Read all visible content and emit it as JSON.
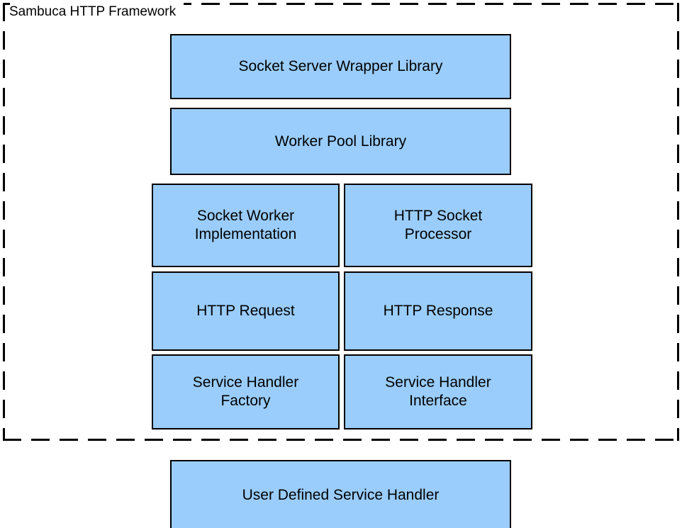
{
  "diagram": {
    "title": "Sambuca HTTP Framework",
    "boundary_label": "Sambuca HTTP Framework",
    "colors": {
      "box_fill": "#9ACDFC",
      "box_border": "#000000",
      "background": "#ffffff",
      "text": "#000000"
    },
    "boundary": {
      "style": "dashed",
      "label": "Sambuca HTTP Framework"
    },
    "layers": [
      {
        "name": "socket-server-wrapper-layer",
        "layout": "full-width",
        "inside_framework": true,
        "boxes": [
          {
            "id": "socket-server-wrapper-library",
            "label": "Socket Server Wrapper Library"
          }
        ]
      },
      {
        "name": "worker-pool-layer",
        "layout": "full-width",
        "inside_framework": true,
        "boxes": [
          {
            "id": "worker-pool-library",
            "label": "Worker Pool Library"
          }
        ]
      },
      {
        "name": "worker-processor-layer",
        "layout": "two-column",
        "inside_framework": true,
        "boxes": [
          {
            "id": "socket-worker-implementation",
            "label": "Socket Worker\nImplementation"
          },
          {
            "id": "http-socket-processor",
            "label": "HTTP Socket\nProcessor"
          }
        ]
      },
      {
        "name": "message-layer",
        "layout": "two-column",
        "inside_framework": true,
        "boxes": [
          {
            "id": "http-request",
            "label": "HTTP Request"
          },
          {
            "id": "http-response",
            "label": "HTTP Response"
          }
        ]
      },
      {
        "name": "service-handler-layer",
        "layout": "two-column",
        "inside_framework": true,
        "boxes": [
          {
            "id": "service-handler-factory",
            "label": "Service Handler\nFactory"
          },
          {
            "id": "service-handler-interface",
            "label": "Service Handler\nInterface"
          }
        ]
      },
      {
        "name": "user-layer",
        "layout": "full-width",
        "inside_framework": false,
        "boxes": [
          {
            "id": "user-defined-service-handler",
            "label": "User Defined Service Handler"
          }
        ]
      }
    ]
  }
}
